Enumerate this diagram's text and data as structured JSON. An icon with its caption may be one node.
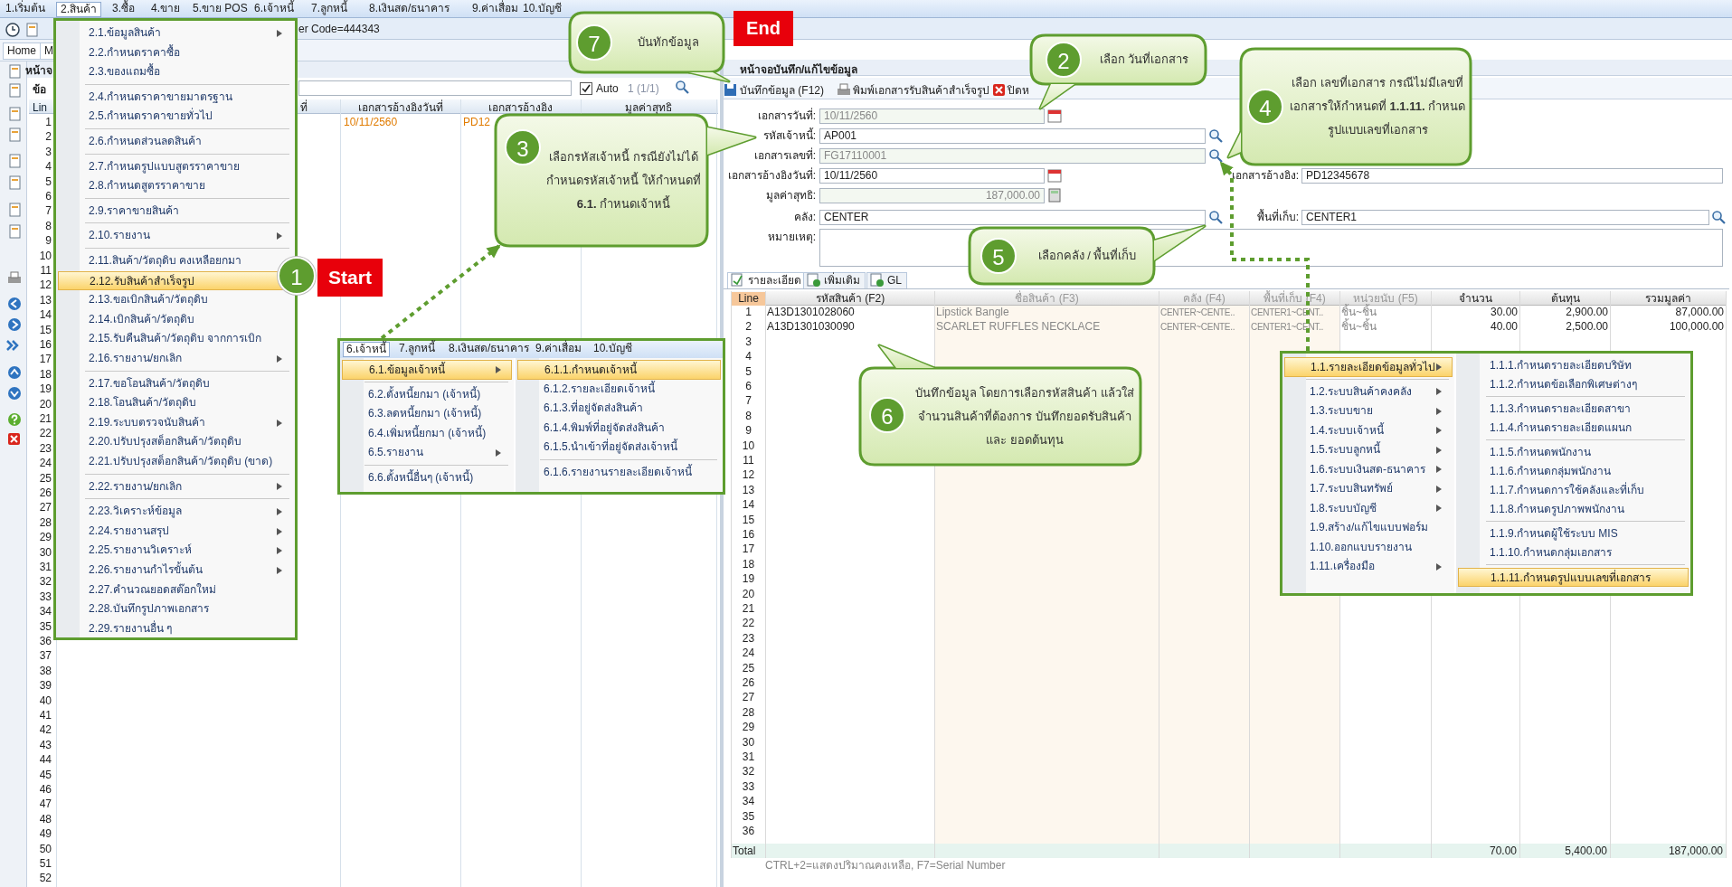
{
  "diagram": {
    "nodes": [
      {
        "text": [
          "2.1.ข้อมูลสินค้า",
          "2.2.กำหนดราคาซื้อ",
          "2.3.ของแถมซื้อ",
          "2.4.กำหนดราคาขายมาตรฐาน",
          "2.5.กำหนดราคาขายทั่วไป",
          "2.6.กำหนดส่วนลดสินค้า",
          "2.7.กำหนดรูปแบบสูตรราคาขาย",
          "2.8.กำหนดสูตรราคาขาย",
          "2.9.ราคาขายสินค้า",
          "2.10.รายงาน",
          "2.11.สินค้า/วัตถุดิบ คงเหลือยกมา",
          "2.12.รับสินค้าสำเร็จรูป",
          "2.13.ขอเบิกสินค้า/วัตถุดิบ",
          "2.14.เบิกสินค้า/วัตถุดิบ",
          "2.15.รับคืนสินค้า/วัตถุดิบ จากการเบิก",
          "2.16.รายงาน/ยกเลิก",
          "2.17.ขอโอนสินค้า/วัตถุดิบ",
          "2.18.โอนสินค้า/วัตถุดิบ",
          "2.19.ระบบตรวจนับสินค้า",
          "2.20.ปรับปรุงสต็อกสินค้า/วัตถุดิบ",
          "2.21.ปรับปรุงสต็อกสินค้า/วัตถุดิบ (ขาด)",
          "2.22.รายงาน/ยกเลิก",
          "2.23.วิเคราะห์ข้อมูล",
          "2.24.รายงานสรุป",
          "2.25.รายงานวิเคราะห์",
          "2.26.รายงานกำไรขั้นต้น",
          "2.27.คำนวณยอดสต๊อกใหม่",
          "2.28.บันทึกรูปภาพเอกสาร",
          "2.29.รายงานอื่น ๆ"
        ]
      },
      {
        "text": [
          "1"
        ]
      },
      {
        "text": [
          "Start"
        ]
      },
      {
        "text": [],
        "shape": "box"
      },
      {
        "text": [
          "6.เจ้าหนี้",
          "7.ลูกหนี้",
          "8.เงินสด/ธนาคาร",
          "9.ค่าเสื่อม",
          "10.บัญชี"
        ],
        "in": 3
      },
      {
        "text": [
          "6.1.ข้อมูลเจ้าหนี้",
          "6.2.ตั้งหนี้ยกมา (เจ้าหนี้)",
          "6.3.ลดหนี้ยกมา (เจ้าหนี้)",
          "6.4.เพิ่มหนี้ยกมา (เจ้าหนี้)",
          "6.5.รายงาน",
          "6.6.ตั้งหนี้อื่นๆ (เจ้าหนี้)"
        ],
        "in": 3
      },
      {
        "text": [
          "6.1.1.กำหนดเจ้าหนี้",
          "6.1.2.รายละเอียดเจ้าหนี้",
          "6.1.3.ที่อยู่จัดส่งสินค้า",
          "6.1.4.พิมพ์ที่อยู่จัดส่งสินค้า",
          "6.1.5.นำเข้าที่อยู่จัดส่งเจ้าหนี้",
          "6.1.6.รายงานรายละเอียดเจ้าหนี้"
        ],
        "in": 3
      },
      {
        "text": [
          "7",
          "บันทักข้อมูล"
        ]
      },
      {
        "text": [
          "End"
        ]
      },
      {
        "text": [
          "2",
          "เลือก วันที่เอกสาร"
        ]
      },
      {
        "text": [
          "4",
          "เลือก เลขที่เอกสาร กรณีไม่มีเลขที่ เอกสารให้กำหนดที่ **1.1.11.** กำหนดรูปแบบเลขที่เอกสาร"
        ]
      },
      {
        "text": [
          "3",
          "เลือกรหัสเจ้าหนี้ กรณียังไม่ได้กำหนดรหัสเจ้าหนี้ ให้กำหนดที่ **6.1.** กำหนดเจ้าหนี้"
        ]
      },
      {
        "text": [
          "5",
          "เลือกคลัง / พื้นที่เก็บ"
        ]
      },
      {
        "text": [
          "6",
          "บันทึกข้อมูล โดยการเลือกรหัสสินค้า แล้วใส่จำนวนสินค้าที่ต้องการ บันทึกยอดรับสินค้า และ ยอดต้นทุน"
        ]
      },
      {
        "text": [],
        "shape": "box"
      },
      {
        "text": [
          "1.1.รายละเอียดข้อมูลทั่วไป",
          "1.2.ระบบสินค้าคงคลัง",
          "1.3.ระบบขาย",
          "1.4.ระบบเจ้าหนี้",
          "1.5.ระบบลูกหนี้",
          "1.6.ระบบเงินสด-ธนาคาร",
          "1.7.ระบบสินทรัพย์",
          "1.8.ระบบบัญชี",
          "1.9.สร้าง/แก้ไขแบบฟอร์ม",
          "1.10.ออกแบบรายงาน",
          "1.11.เครื่องมือ"
        ],
        "in": 14
      },
      {
        "text": [
          "1.1.1.กำหนดรายละเอียดบริษัท",
          "1.1.2.กำหนดข้อเลือกพิเศษต่างๆ",
          "1.1.3.กำหนดรายละเอียดสาขา",
          "1.1.4.กำหนดรายละเอียดแผนก",
          "1.1.5.กำหนดพนักงาน",
          "1.1.6.กำหนดกลุ่มพนักงาน",
          "1.1.7.กำหนดการใช้คลังและที่เก็บ",
          "1.1.8.กำหนดรูปภาพพนักงาน",
          "1.1.9.กำหนดผู้ใช้ระบบ MIS",
          "1.1.10.กำหนดกลุ่มเอกสาร",
          "1.1.11.กำหนดรูปแบบเลขที่เอกสาร"
        ],
        "in": 14
      },
      {
        "text": [],
        "shape": "picture"
      }
    ],
    "edges": [
      {
        "from": 3,
        "to": 11,
        "arrow": "to",
        "style": "dashed"
      },
      {
        "from": 14,
        "to": 17,
        "arrow": "to",
        "style": "dashed"
      }
    ],
    "labels": [
      "1.เริ่มต้น",
      "2.สินค้า",
      "3.ซื้อ",
      "4.ขาย",
      "5.ขาย POS",
      "6.เจ้าหนี้",
      "7.ลูกหนี้",
      "8.เงินสด/ธนาคาร",
      "9.ค่าเสื่อม",
      "10.บัญชี",
      "er Code=444343",
      "Home",
      "M",
      "หน้าจ",
      "ข้อ",
      "Auto",
      "1 (1/1)",
      "Lin",
      "ที่",
      "เอกสารอ้างอิงวันที่",
      "เอกสารอ้างอิง",
      "มูลค่าสุทธิ",
      "1",
      "10/11/2560",
      "PD12",
      "2",
      "3",
      "4",
      "5",
      "6",
      "7",
      "8",
      "9",
      "10",
      "11",
      "12",
      "13",
      "14",
      "15",
      "16",
      "17",
      "18",
      "19",
      "20",
      "21",
      "22",
      "23",
      "24",
      "25",
      "26",
      "27",
      "28",
      "29",
      "30",
      "31",
      "32",
      "33",
      "34",
      "35",
      "36",
      "37",
      "38",
      "39",
      "40",
      "41",
      "42",
      "43",
      "44",
      "45",
      "46",
      "47",
      "48",
      "49",
      "50",
      "51",
      "52",
      "หน้าจอบันทึก/แก้ไขข้อมูล",
      "บันทึกข้อมูล (F12)",
      "พิมพ์เอกสารรับสินค้าสำเร็จรูป",
      "ปิดห",
      "เอกสารวันที่:",
      "10/11/2560",
      "รหัสเจ้าหนี้:",
      "AP001",
      "เอกสารเลขที่:",
      "FG17110001",
      "เอกสารอ้างอิงวันที่:",
      "10/11/2560",
      "เอกสารอ้างอิง:",
      "PD12345678",
      "มูลค่าสุทธิ:",
      "187,000.00",
      "คลัง:",
      "CENTER",
      "พื้นที่เก็บ:",
      "CENTER1",
      "หมายเหตุ:",
      "รายละเอียด",
      "เพิ่มเติม",
      "GL",
      "Line",
      "รหัสสินค้า (F2)",
      "ชื่อสินค้า (F3)",
      "คลัง (F4)",
      "พื้นที่เก็บ (F4)",
      "หน่วยนับ (F5)",
      "จำนวน",
      "ต้นทุน",
      "รวมมูลค่า",
      "1",
      "A13D1301028060",
      "Lipstick Bangle",
      "CENTER~CENTE..",
      "CENTER1~CENT..",
      "ชิ้น~ชิ้น",
      "30.00",
      "2,900.00",
      "87,000.00",
      "2",
      "A13D1301030090",
      "SCARLET RUFFLES NECKLACE",
      "CENTER~CENTE..",
      "CENTER1~CENT..",
      "ชิ้น~ชิ้น",
      "40.00",
      "2,500.00",
      "100,000.00",
      "3",
      "4",
      "5",
      "6",
      "7",
      "8",
      "9",
      "10",
      "11",
      "12",
      "13",
      "14",
      "15",
      "16",
      "17",
      "18",
      "19",
      "20",
      "21",
      "22",
      "23",
      "24",
      "25",
      "26",
      "27",
      "28",
      "29",
      "30",
      "31",
      "32",
      "33",
      "34",
      "35",
      "36",
      "Total",
      "70.00",
      "5,400.00",
      "187,000.00",
      "CTRL+2=แสดงปริมาณคงเหลือ, F7=Serial Number"
    ]
  }
}
